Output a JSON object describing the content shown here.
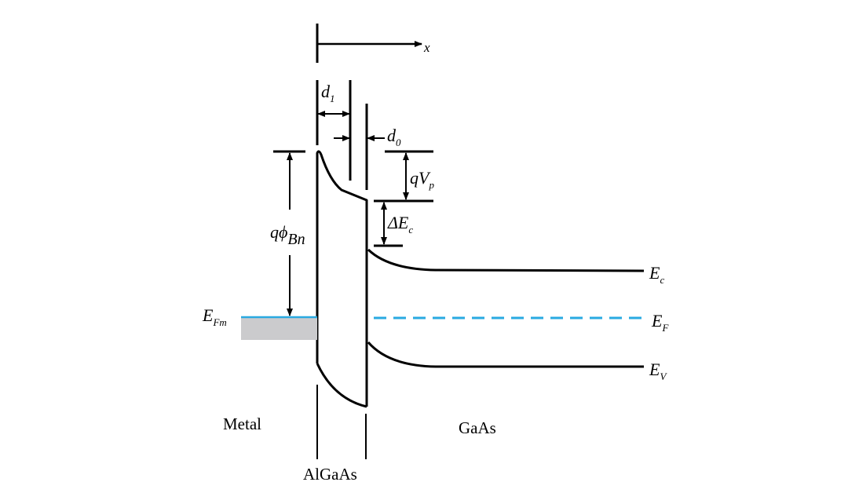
{
  "diagram": {
    "axis_label": "x",
    "d1": {
      "base": "d",
      "sub": "1"
    },
    "d0": {
      "base": "d",
      "sub": "0"
    },
    "qVp": {
      "base": "qV",
      "sub": "p"
    },
    "delta_ec": {
      "base": "ΔE",
      "sub": "c"
    },
    "q_phi_bn": {
      "base": "qϕ",
      "sub": "Bn"
    },
    "e_fm": {
      "base": "E",
      "sub": "Fm"
    },
    "e_c": {
      "base": "E",
      "sub": "c"
    },
    "e_f": {
      "base": "E",
      "sub": "F"
    },
    "e_v": {
      "base": "E",
      "sub": "V"
    },
    "regions": {
      "metal": "Metal",
      "algaas": "AlGaAs",
      "gaas": "GaAs"
    },
    "colors": {
      "fermi_level": "#29aae1",
      "metal_fill": "#cbcbcd",
      "lines": "#000000"
    }
  }
}
